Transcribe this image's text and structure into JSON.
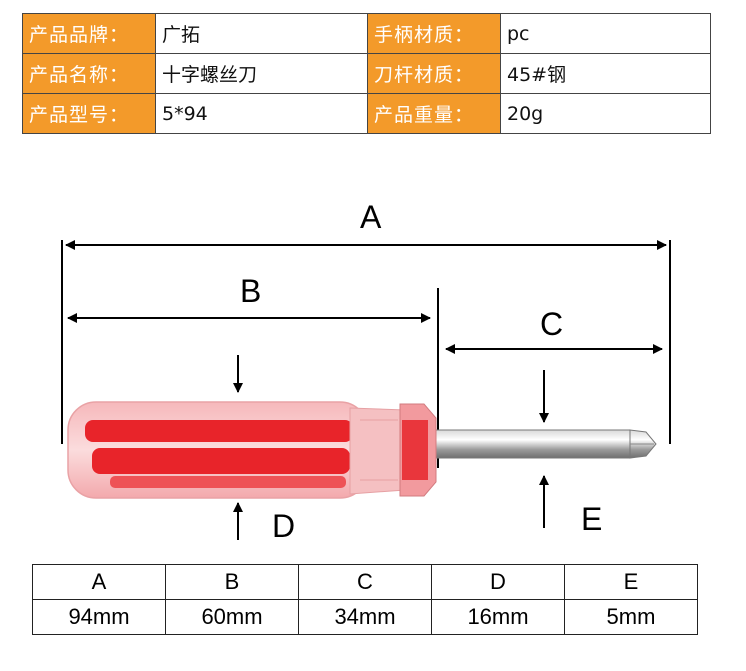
{
  "specs": [
    {
      "k1": "产品品牌：",
      "v1": "广拓",
      "k2": "手柄材质：",
      "v2": "pc"
    },
    {
      "k1": "产品名称：",
      "v1": "十字螺丝刀",
      "k2": "刀杆材质：",
      "v2": "45#钢"
    },
    {
      "k1": "产品型号：",
      "v1": "5*94",
      "k2": "产品重量：",
      "v2": "20g"
    }
  ],
  "dimension_labels": {
    "a": "A",
    "b": "B",
    "c": "C",
    "d": "D",
    "e": "E"
  },
  "dimensions": {
    "headers": [
      "A",
      "B",
      "C",
      "D",
      "E"
    ],
    "values": [
      "94mm",
      "60mm",
      "34mm",
      "16mm",
      "5mm"
    ]
  },
  "colors": {
    "header_orange": "#f39a2a",
    "handle_red": "#e8242a"
  }
}
